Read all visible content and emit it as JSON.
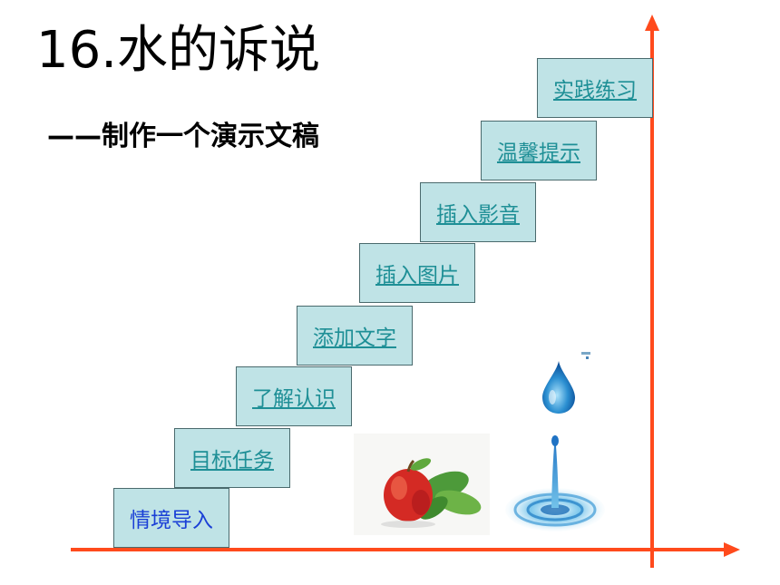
{
  "slide": {
    "title": "16.水的诉说",
    "subtitle": "——制作一个演示文稿"
  },
  "steps": [
    {
      "label": "情境导入",
      "link": false
    },
    {
      "label": "目标任务",
      "link": true
    },
    {
      "label": "了解认识",
      "link": true
    },
    {
      "label": "添加文字",
      "link": true
    },
    {
      "label": "插入图片",
      "link": true
    },
    {
      "label": "插入影音",
      "link": true
    },
    {
      "label": "温馨提示",
      "link": true
    },
    {
      "label": "实践练习",
      "link": true
    }
  ],
  "images": {
    "apple": "apple-image",
    "water_drop": "water-drop-image",
    "water_splash": "water-splash-image"
  },
  "colors": {
    "axis": "#ff4a1c",
    "step_fill": "#bfe3e6",
    "step_border": "#4a6a6d",
    "link_text": "#1e8f96",
    "plain_step_text": "#1a3fd6"
  }
}
